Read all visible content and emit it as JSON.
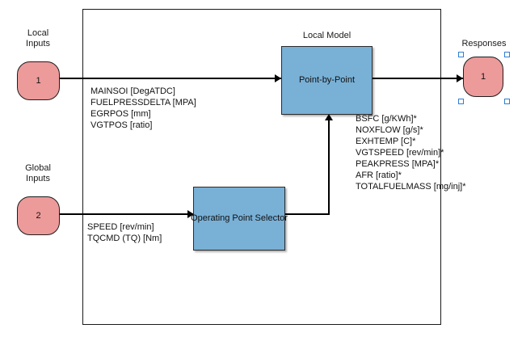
{
  "diagram": {
    "boundary_name": "subsystem-boundary",
    "colors": {
      "port_fill": "#ed9a9a",
      "block_fill": "#79b0d6",
      "line": "#000000",
      "selection_handle": "#2f7fd1"
    }
  },
  "ports": {
    "local_inputs": {
      "caption": "Local\nInputs",
      "number": "1"
    },
    "global_inputs": {
      "caption": "Global\nInputs",
      "number": "2"
    },
    "responses": {
      "caption": "Responses",
      "number": "1",
      "selected": true
    }
  },
  "blocks": {
    "local_model": {
      "title": "Local Model",
      "label": "Point-by-Point"
    },
    "operating_point_selector": {
      "label": "Operating Point Selector"
    }
  },
  "signals": {
    "local_inputs": [
      "MAINSOI [DegATDC]",
      "FUELPRESSDELTA [MPA]",
      "EGRPOS [mm]",
      "VGTPOS [ratio]"
    ],
    "global_inputs": [
      "SPEED [rev/min]",
      "TQCMD (TQ) [Nm]"
    ],
    "responses": [
      "BSFC [g/KWh]*",
      "NOXFLOW [g/s]*",
      "EXHTEMP [C]*",
      "VGTSPEED [rev/min]*",
      "PEAKPRESS [MPA]*",
      "AFR [ratio]*",
      "TOTALFUELMASS [mg/inj]*"
    ]
  }
}
